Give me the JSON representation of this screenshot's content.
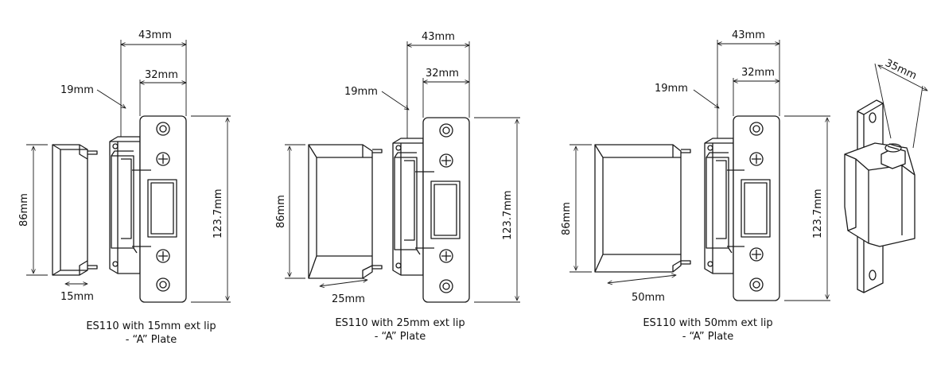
{
  "dimensions": {
    "width_43": "43mm",
    "width_32": "32mm",
    "width_19": "19mm",
    "height_plate": "123.7mm",
    "height_lip": "86mm",
    "lip_15": "15mm",
    "lip_25": "25mm",
    "lip_50": "50mm",
    "depth_35": "35mm"
  },
  "captions": [
    {
      "line1": "ES110 with 15mm ext lip",
      "line2": "- “A” Plate"
    },
    {
      "line1": "ES110 with 25mm ext lip",
      "line2": "- “A” Plate"
    },
    {
      "line1": "ES110 with 50mm ext lip",
      "line2": "- “A” Plate"
    }
  ]
}
